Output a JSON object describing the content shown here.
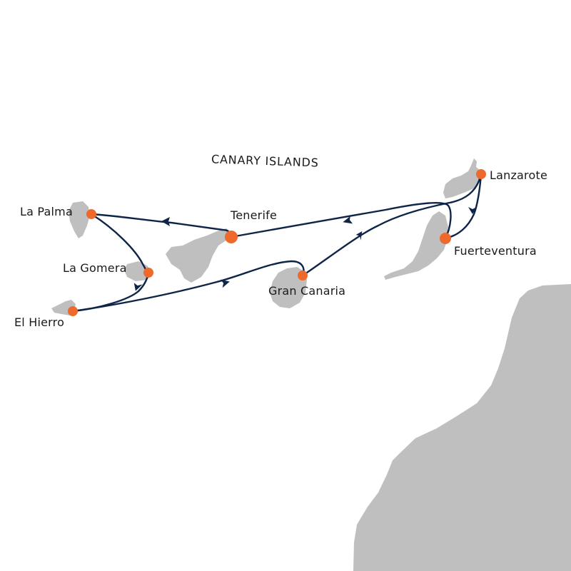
{
  "map": {
    "region_label": "CANARY ISLANDS",
    "colors": {
      "land": "#BFBFBF",
      "route": "#0F2547",
      "marker": "#EE6A2C",
      "sea": "#FFFFFF"
    },
    "ports": [
      {
        "id": "lanzarote",
        "name": "Lanzarote"
      },
      {
        "id": "fuerteventura",
        "name": "Fuerteventura"
      },
      {
        "id": "tenerife",
        "name": "Tenerife"
      },
      {
        "id": "gran-canaria",
        "name": "Gran Canaria"
      },
      {
        "id": "la-palma",
        "name": "La Palma"
      },
      {
        "id": "la-gomera",
        "name": "La Gomera"
      },
      {
        "id": "el-hierro",
        "name": "El Hierro"
      }
    ],
    "landmasses": [
      "lanzarote",
      "fuerteventura",
      "gran-canaria",
      "tenerife",
      "la-gomera",
      "la-palma",
      "el-hierro",
      "africa-mainland"
    ]
  }
}
